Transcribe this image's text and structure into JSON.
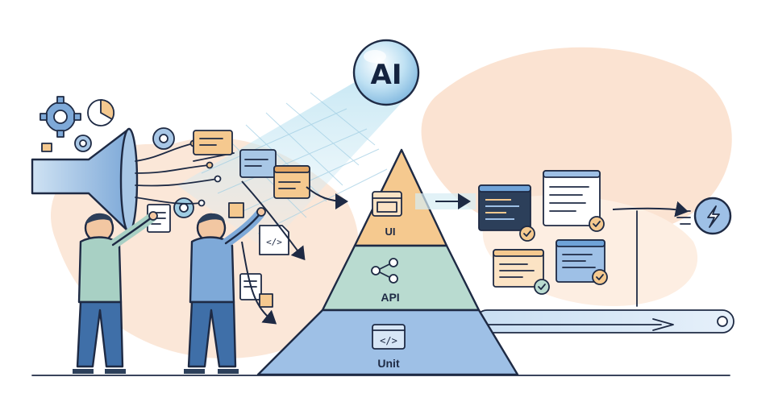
{
  "diagram": {
    "ai_badge": {
      "label": "AI"
    },
    "pyramid": {
      "layers": [
        {
          "label": "UI",
          "icon": "browser-window-icon"
        },
        {
          "label": "API",
          "icon": "network-nodes-icon"
        },
        {
          "label": "Unit",
          "icon": "code-brackets-icon"
        }
      ]
    },
    "code_tag": "</>",
    "colors": {
      "ui_layer": "#f5c98f",
      "api_layer": "#b9dbd0",
      "unit_layer": "#9ec0e6",
      "outline": "#1e2a44",
      "accent_blue": "#6fa3d8",
      "blob": "#fbe3d2"
    }
  }
}
